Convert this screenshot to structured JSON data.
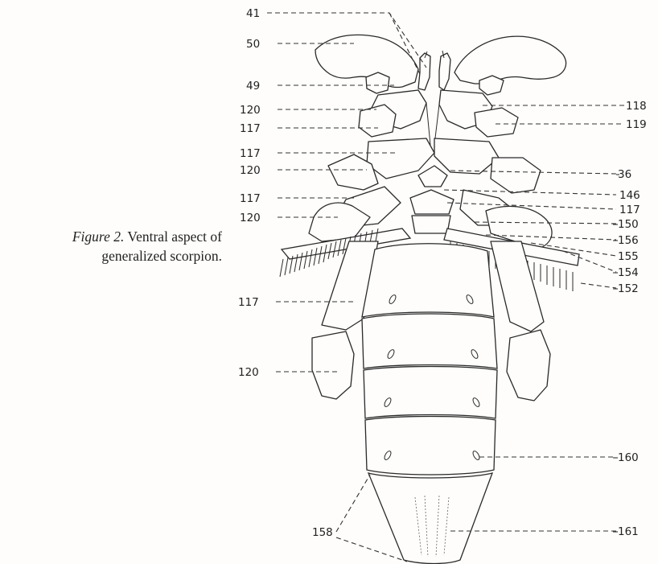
{
  "caption": {
    "figure_label": "Figure 2.",
    "text": " Ventral aspect of generalized scorpion."
  },
  "labels": {
    "l41": "41",
    "l50": "50",
    "l49": "49",
    "l120a": "120",
    "l117a": "117",
    "l117b": "117",
    "l120b": "120",
    "l117c": "117",
    "l120c": "120",
    "l117d": "117",
    "l120d": "120",
    "l158": "158",
    "r118": "118",
    "r119": "119",
    "r36": "36",
    "r146": "146",
    "r117": "117",
    "r150": "150",
    "r156": "156",
    "r155": "155",
    "r154": "154",
    "r152": "152",
    "r160": "160",
    "r161": "161"
  }
}
